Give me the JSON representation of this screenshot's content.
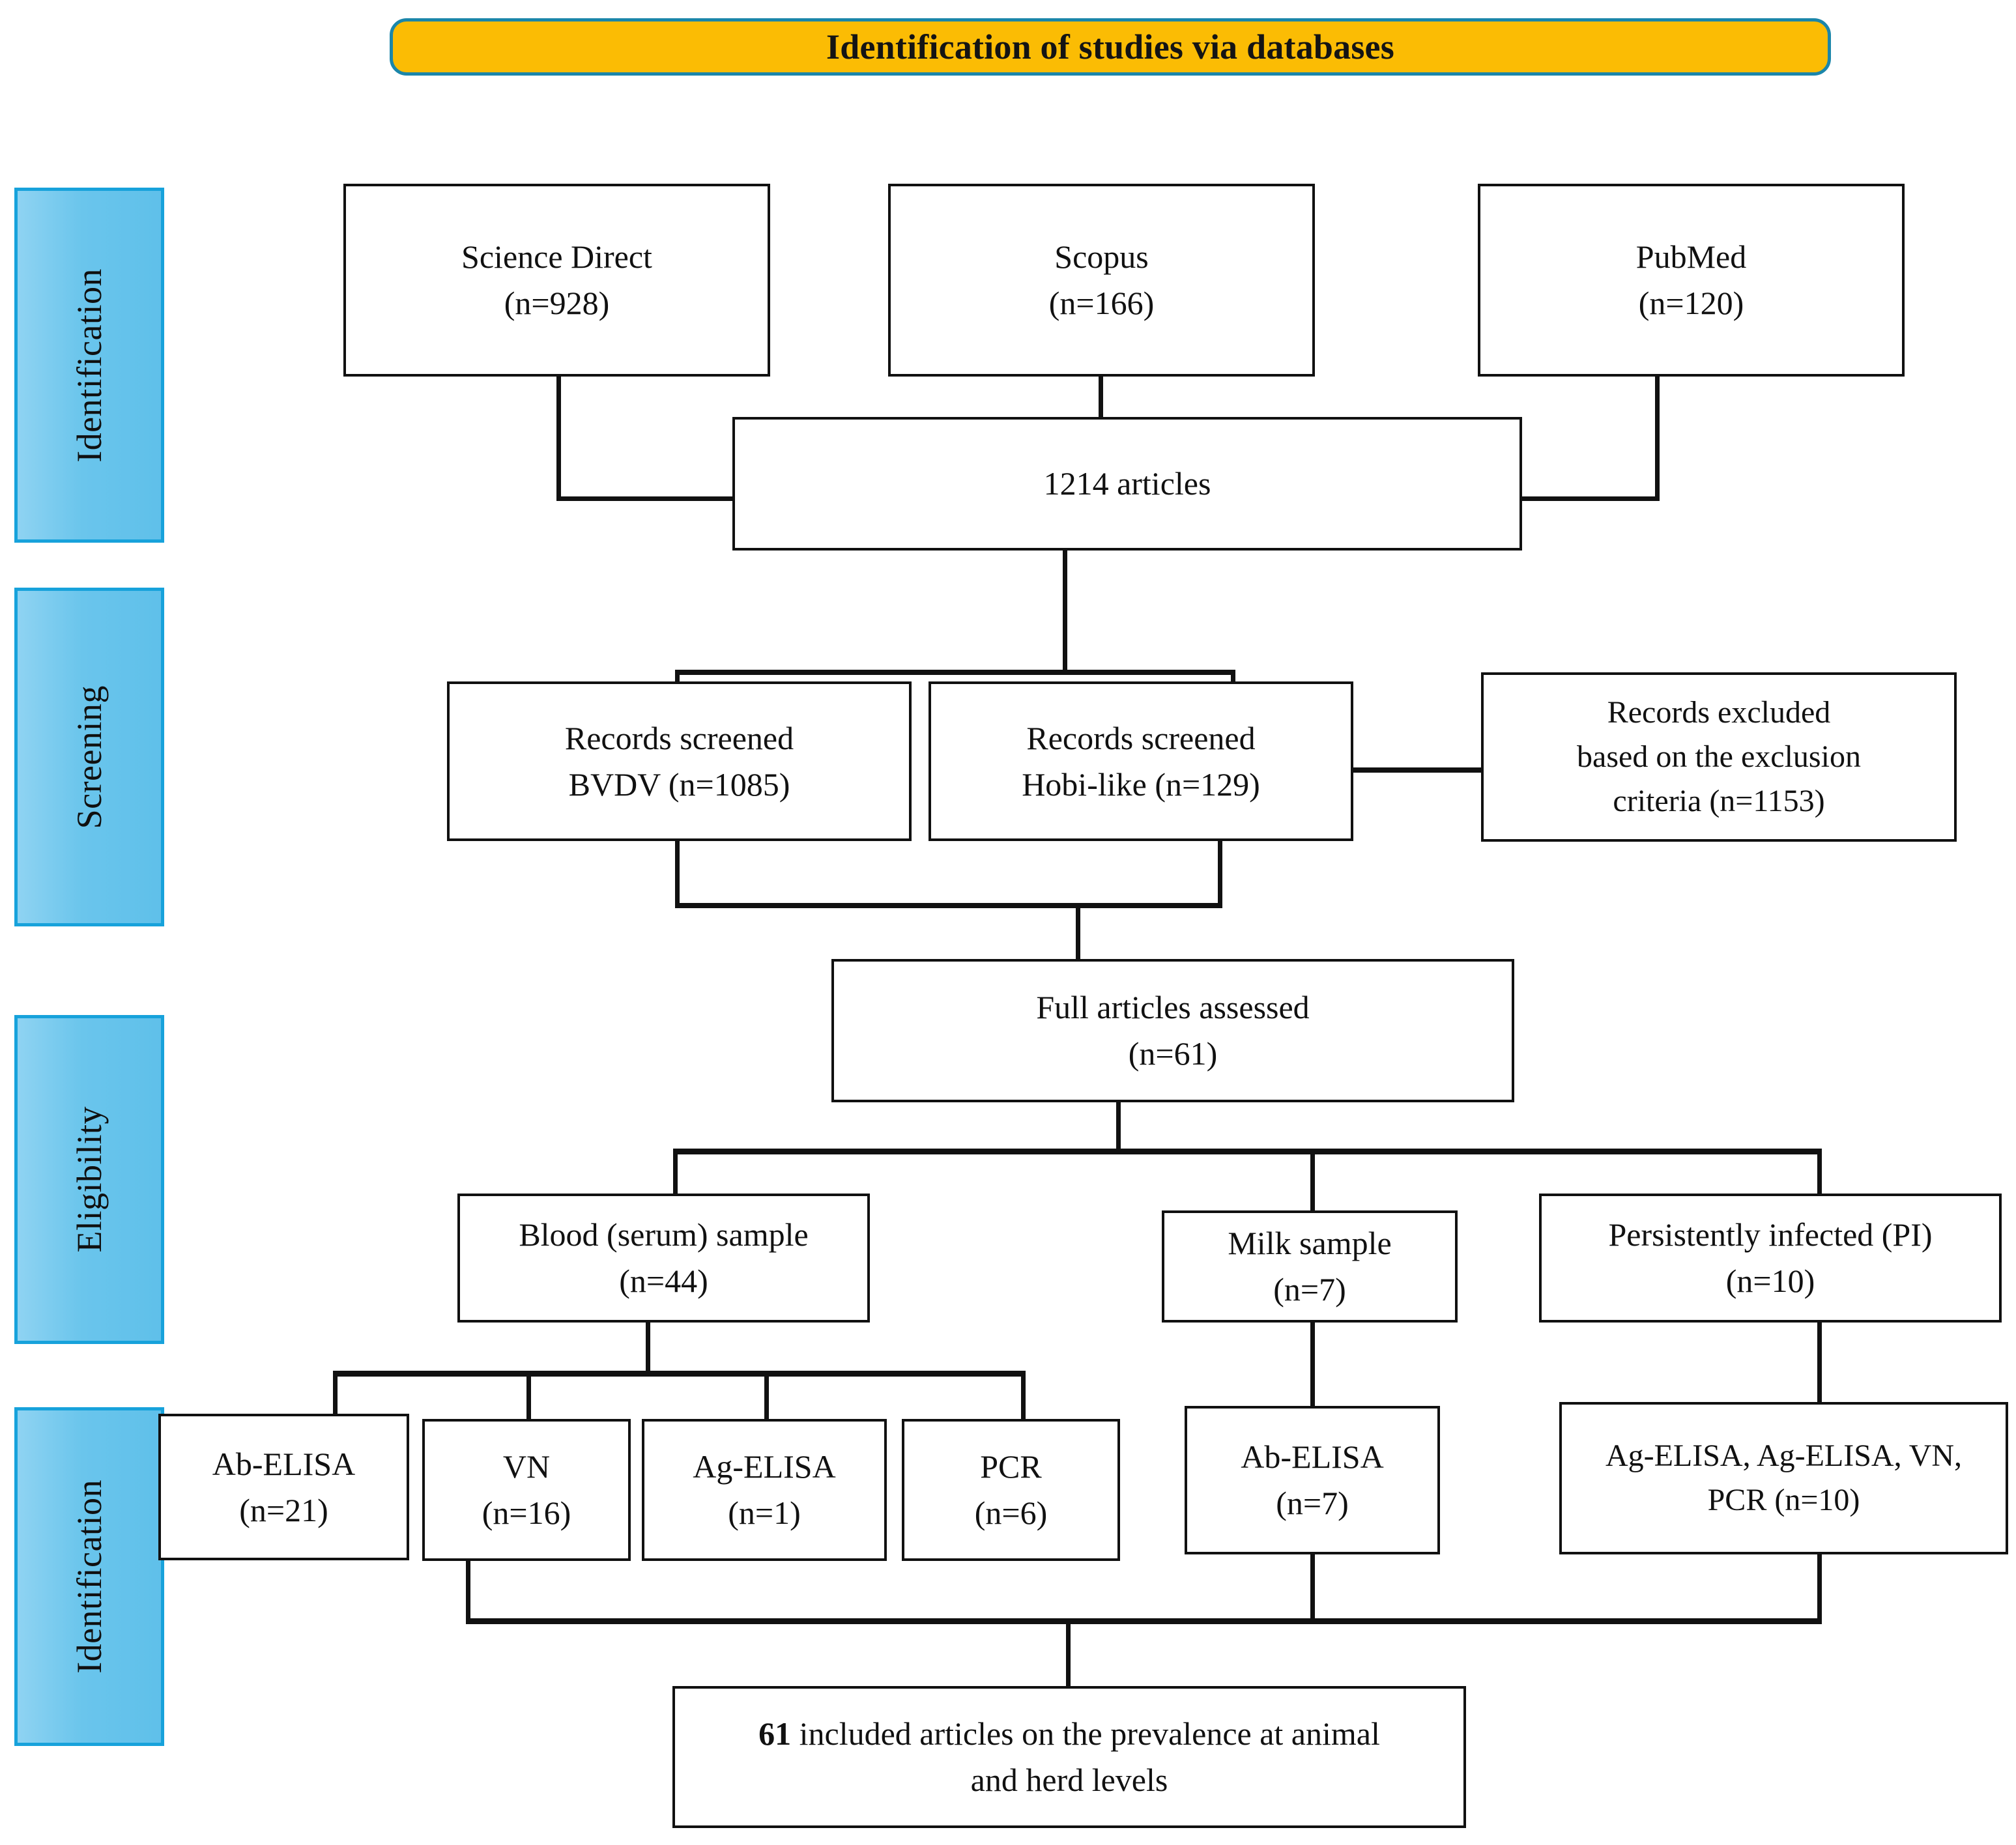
{
  "banner": {
    "title": "Identification of studies via databases"
  },
  "colors": {
    "banner_fill": "#FBBC04",
    "banner_border": "#1B86AA",
    "chip_fill": "#6AC5EC",
    "chip_border": "#17A2DB",
    "node_border": "#111111",
    "node_fill": "#FFFFFF"
  },
  "stages": [
    {
      "label": "Identification"
    },
    {
      "label": "Screening"
    },
    {
      "label": "Eligibility"
    },
    {
      "label": "Identification"
    }
  ],
  "nodes": {
    "science_direct": {
      "l1": "Science Direct",
      "l2": "(n=928)"
    },
    "scopus": {
      "l1": "Scopus",
      "l2": "(n=166)"
    },
    "pubmed": {
      "l1": "PubMed",
      "l2": "(n=120)"
    },
    "total_articles": {
      "l1": "1214 articles",
      "l2": ""
    },
    "screened_bvdv": {
      "l1": "Records screened",
      "l2": "BVDV (n=1085)"
    },
    "screened_hobi": {
      "l1": "Records screened",
      "l2": "Hobi-like (n=129)"
    },
    "excluded": {
      "l1": "Records excluded",
      "l2": "based on the exclusion",
      "l3": "criteria (n=1153)"
    },
    "full_assessed": {
      "l1": "Full articles assessed",
      "l2": "(n=61)"
    },
    "blood_sample": {
      "l1": "Blood (serum) sample",
      "l2": "(n=44)"
    },
    "milk_sample": {
      "l1": "Milk sample",
      "l2": "(n=7)"
    },
    "pi_sample": {
      "l1": "Persistently infected (PI)",
      "l2": "(n=10)"
    },
    "ab_elisa_blood": {
      "l1": "Ab-ELISA",
      "l2": "(n=21)"
    },
    "vn_blood": {
      "l1": "VN",
      "l2": "(n=16)"
    },
    "ag_elisa_blood": {
      "l1": "Ag-ELISA",
      "l2": "(n=1)"
    },
    "pcr_blood": {
      "l1": "PCR",
      "l2": "(n=6)"
    },
    "ab_elisa_milk": {
      "l1": "Ab-ELISA",
      "l2": "(n=7)"
    },
    "pi_methods": {
      "l1": "Ag-ELISA, Ag-ELISA, VN,",
      "l2": "PCR (n=10)"
    },
    "included_final": {
      "l1_bold": "61",
      "l1": " included articles on the prevalence at animal",
      "l2": "and herd levels"
    }
  },
  "chart_data": {
    "type": "diagram",
    "title": "Identification of studies via databases",
    "subtype": "PRISMA flow diagram",
    "stage_lanes": [
      "Identification",
      "Screening",
      "Eligibility",
      "Identification"
    ],
    "counts": {
      "Science Direct": 928,
      "Scopus": 166,
      "PubMed": 120,
      "Total articles": 1214,
      "Records screened BVDV": 1085,
      "Records screened Hobi-like": 129,
      "Records excluded based on the exclusion criteria": 1153,
      "Full articles assessed": 61,
      "Blood (serum) sample": 44,
      "Milk sample": 7,
      "Persistently infected (PI)": 10,
      "Blood Ab-ELISA": 21,
      "Blood VN": 16,
      "Blood Ag-ELISA": 1,
      "Blood PCR": 6,
      "Milk Ab-ELISA": 7,
      "PI Ag-ELISA, Ag-ELISA, VN, PCR": 10,
      "Included articles": 61
    },
    "edges": [
      [
        "Science Direct",
        "1214 articles"
      ],
      [
        "Scopus",
        "1214 articles"
      ],
      [
        "PubMed",
        "1214 articles"
      ],
      [
        "1214 articles",
        "Records screened BVDV"
      ],
      [
        "1214 articles",
        "Records screened Hobi-like"
      ],
      [
        "Records screened Hobi-like",
        "Records excluded based on the exclusion criteria"
      ],
      [
        "Records screened BVDV",
        "Full articles assessed"
      ],
      [
        "Records screened Hobi-like",
        "Full articles assessed"
      ],
      [
        "Full articles assessed",
        "Blood (serum) sample"
      ],
      [
        "Full articles assessed",
        "Milk sample"
      ],
      [
        "Full articles assessed",
        "Persistently infected (PI)"
      ],
      [
        "Blood (serum) sample",
        "Blood Ab-ELISA"
      ],
      [
        "Blood (serum) sample",
        "Blood VN"
      ],
      [
        "Blood (serum) sample",
        "Blood Ag-ELISA"
      ],
      [
        "Blood (serum) sample",
        "Blood PCR"
      ],
      [
        "Milk sample",
        "Milk Ab-ELISA"
      ],
      [
        "Persistently infected (PI)",
        "PI Ag-ELISA, Ag-ELISA, VN, PCR"
      ],
      [
        "Blood VN",
        "61 included articles on the prevalence at animal and herd levels"
      ],
      [
        "Milk Ab-ELISA",
        "61 included articles on the prevalence at animal and herd levels"
      ],
      [
        "PI Ag-ELISA, Ag-ELISA, VN, PCR",
        "61 included articles on the prevalence at animal and herd levels"
      ]
    ]
  }
}
